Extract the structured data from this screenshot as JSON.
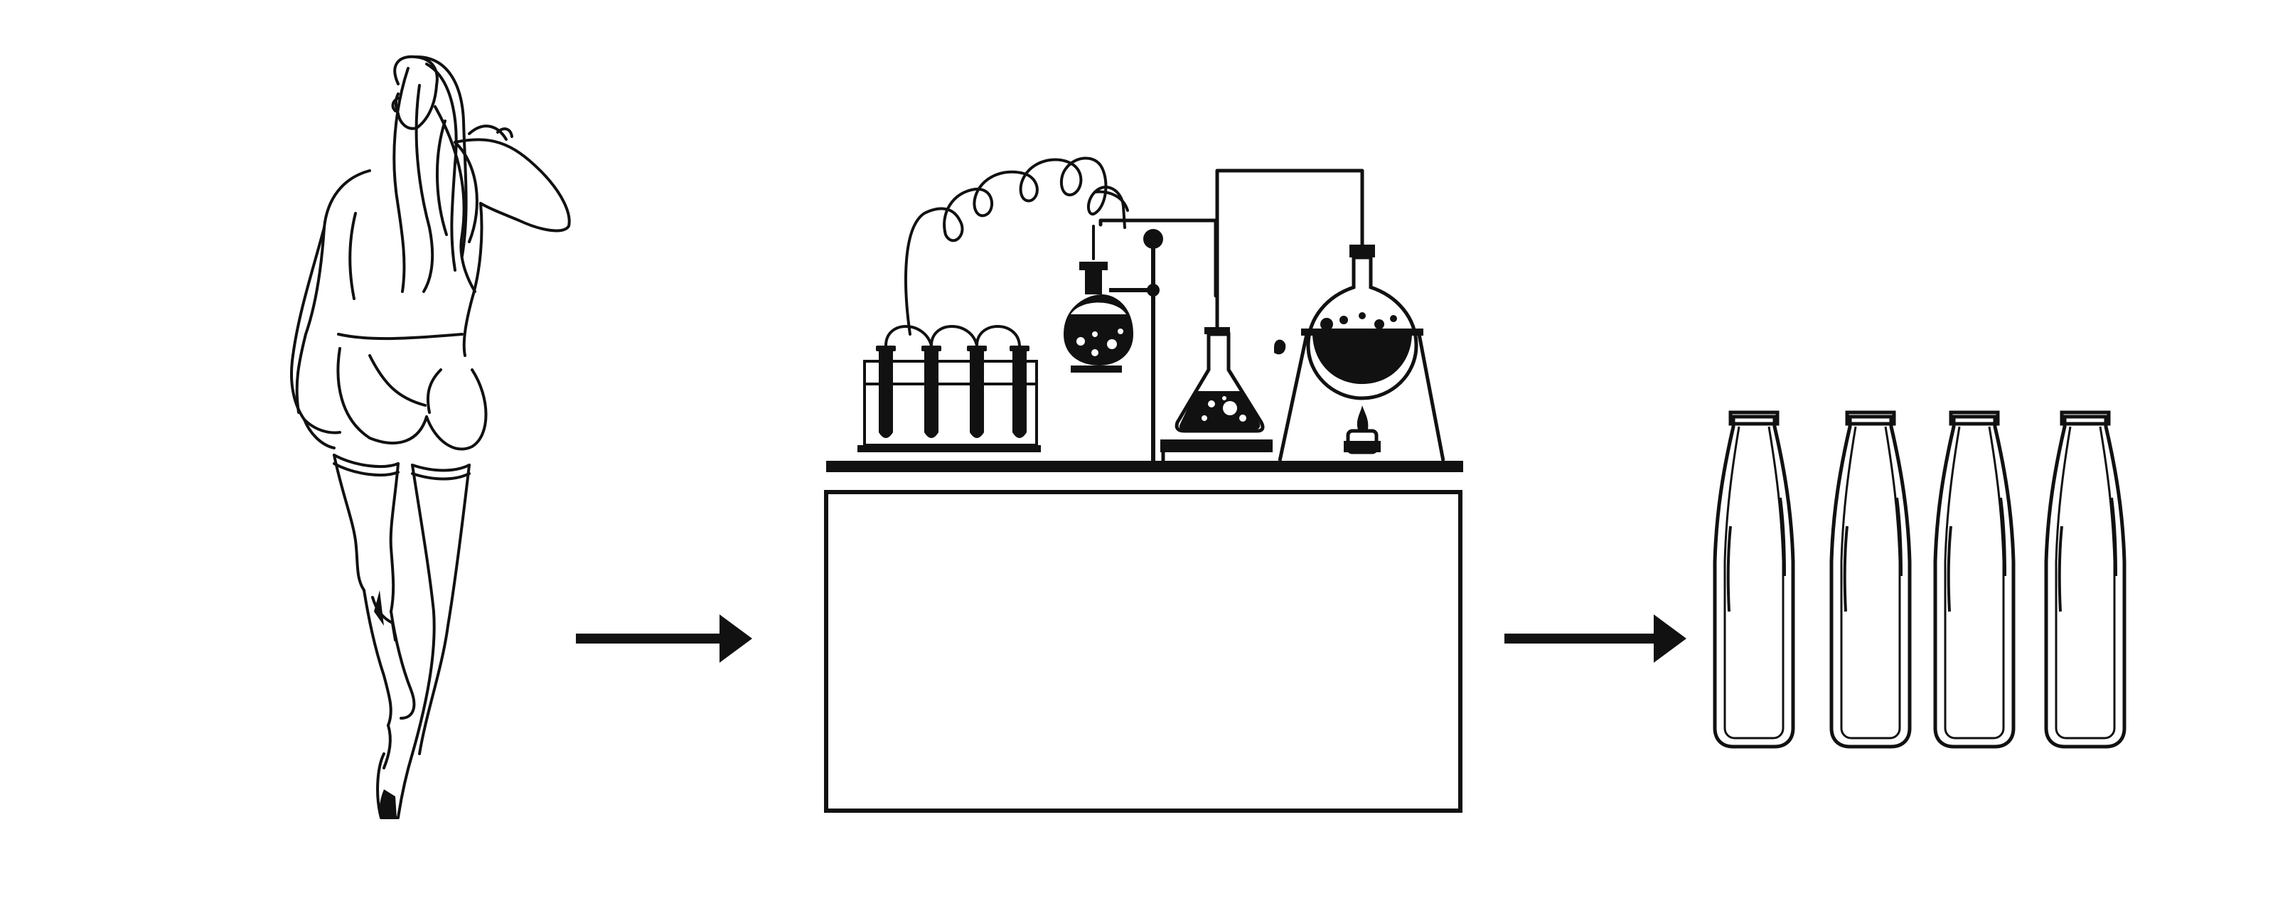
{
  "diagram": {
    "stages": [
      {
        "id": "person",
        "icon": "woman-figure-icon"
      },
      {
        "id": "lab",
        "icon": "laboratory-apparatus-icon"
      },
      {
        "id": "output",
        "icon": "bottle-icon",
        "count": 4
      }
    ],
    "arrows": [
      {
        "from": "person",
        "to": "lab"
      },
      {
        "from": "lab",
        "to": "output"
      }
    ],
    "colors": {
      "ink": "#111111",
      "background": "#ffffff"
    }
  }
}
